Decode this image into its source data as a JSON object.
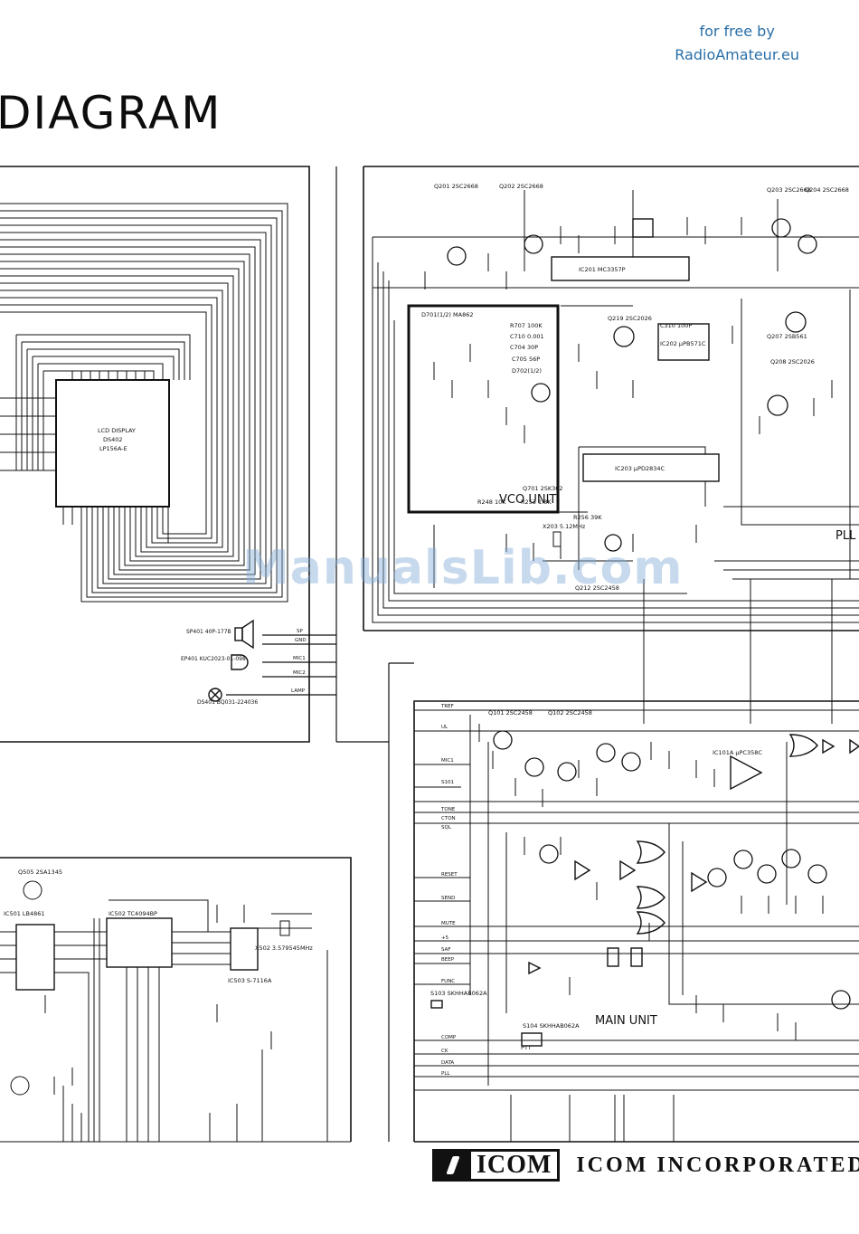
{
  "watermark": {
    "line1": "for free by",
    "line2": "RadioAmateur.eu",
    "center": "ManualsLib.com"
  },
  "title": "DIAGRAM",
  "units": {
    "vco": "VCO UNIT",
    "main": "MAIN UNIT",
    "pll": "PLL"
  },
  "lcd": {
    "line1": "LCD DISPLAY",
    "line2": "DS402",
    "line3": "LP156A-E"
  },
  "ics": {
    "ic201": "IC201 MC3357P",
    "ic202": "IC202 μPB571C",
    "ic203": "IC203 μPD2834C",
    "ic101a": "IC101A μPC358C",
    "ic502": "IC502 TC4094BP",
    "ic503": "IC503 S-7116A",
    "ic501": "IC501 LB4861"
  },
  "transistors": {
    "q201": "Q201 2SC2668",
    "q202": "Q202 2SC2668",
    "q203": "Q203 2SC2668",
    "q204": "Q204 2SC2668",
    "q219": "Q219 2SC2026",
    "q207": "Q207 2SB561",
    "q208": "Q208 2SC2026",
    "q212": "Q212 2SC2458",
    "q701": "Q701 2SK302",
    "q505": "Q505 2SA1345",
    "q101": "Q101 2SC2458",
    "q102": "Q102 2SC2458"
  },
  "crystals": {
    "x203": "X203 5.12MHz",
    "x502": "X502 3.579545MHz"
  },
  "components": {
    "sp401": "SP401 40P-177B",
    "ep401": "EP401 KUC2023-01-098",
    "ds401": "DS401 BQ031-224036",
    "s104": "S104 SKHHAB062A",
    "s103": "S103 SKHHAB062A",
    "ptt": "PTT"
  },
  "connectors_left": [
    "SP",
    "GND",
    "MIC1",
    "MIC2",
    "LAMP"
  ],
  "main_signals": [
    "TREF",
    "UL",
    "MIC1",
    "S101",
    "TONE",
    "CTON",
    "SQL",
    "RESET",
    "SEND",
    "MUTE",
    "+5",
    "SAF",
    "BEEP",
    "FUNC",
    "COMP",
    "CK",
    "DATA",
    "PLL"
  ],
  "values": {
    "r707": "R707 100K",
    "c710": "C710 0.001",
    "c704": "C704 30P",
    "c705": "C705 56P",
    "d702": "D702(1/2)",
    "d701": "D701(1/2) MA862",
    "c310": "C310 100P",
    "r248": "R248 10K",
    "r253": "R253 1.8K",
    "r256": "R256 39K"
  },
  "footer": {
    "logo": "ICOM",
    "company": "ICOM INCORPORATED"
  },
  "colors": {
    "ink": "#111111",
    "watermark": "#2a6fa8",
    "background": "#ffffff"
  }
}
